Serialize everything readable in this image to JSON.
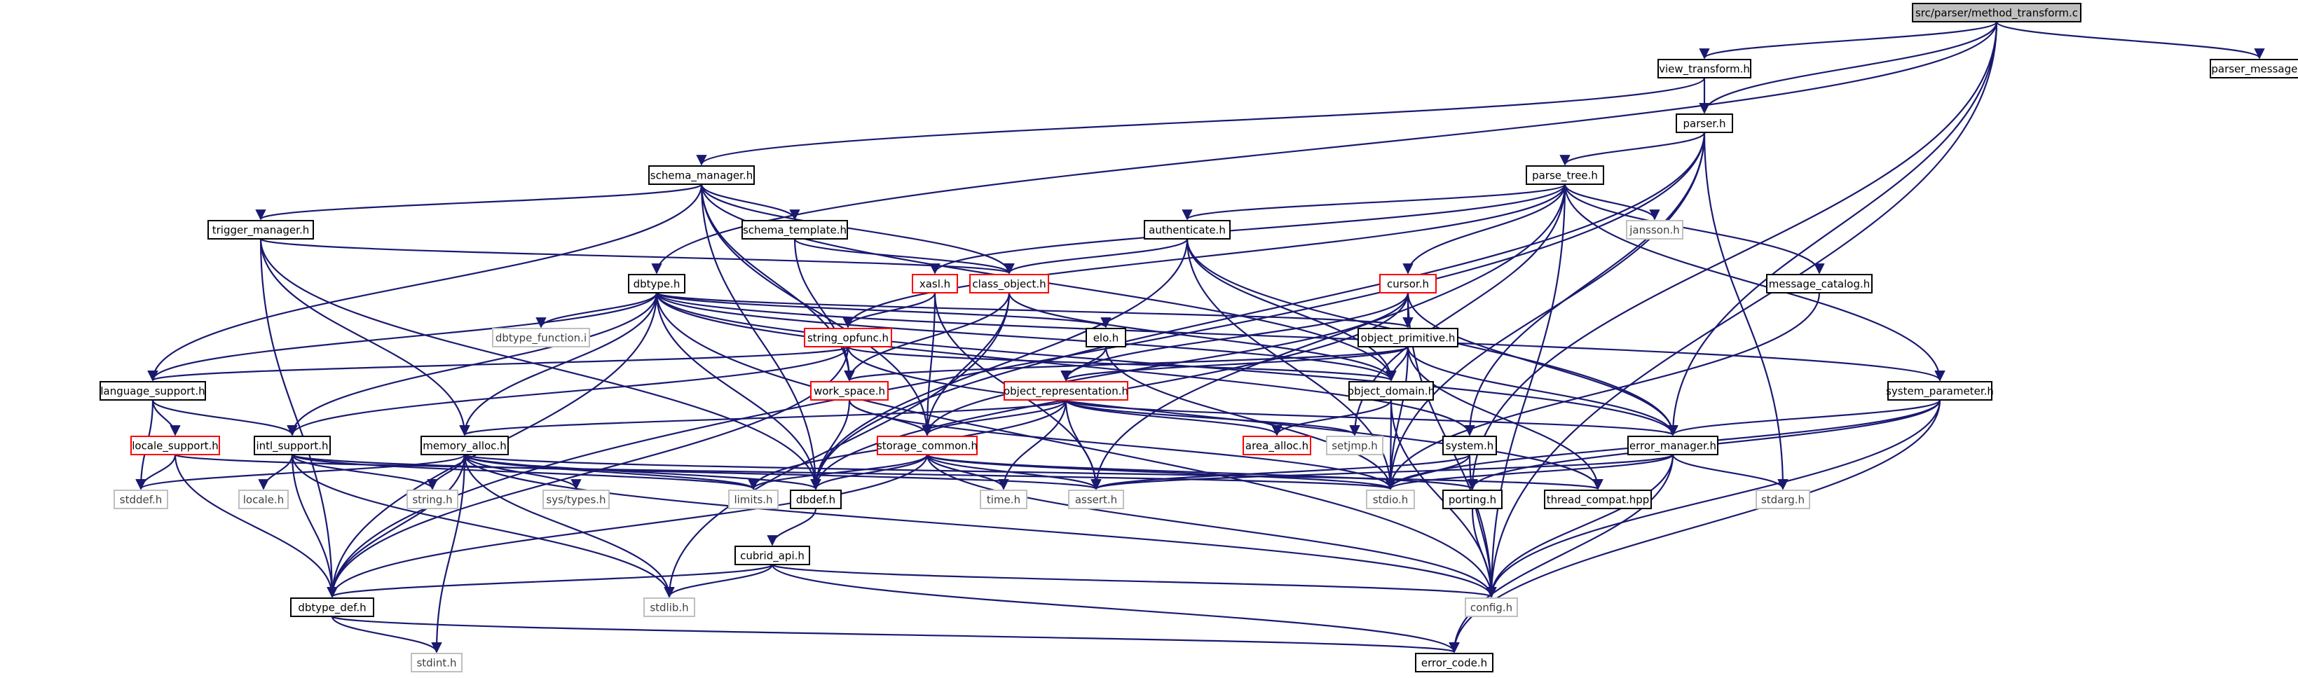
{
  "diagram": {
    "colors": {
      "edge": "#191970",
      "node_border_default": "#000000",
      "node_border_truncated": "#ff0000",
      "node_border_external": "#bfbfbf",
      "root_fill": "#bfbfbf",
      "node_fill": "#ffffff",
      "text_default": "#000000",
      "text_external": "#404040"
    },
    "nodes": [
      {
        "id": "method_transform",
        "label": "src/parser/method_transform.c",
        "kind": "root"
      },
      {
        "id": "view_transform",
        "label": "view_transform.h",
        "kind": "normal"
      },
      {
        "id": "parser_message",
        "label": "parser_message.h",
        "kind": "normal"
      },
      {
        "id": "parser",
        "label": "parser.h",
        "kind": "normal"
      },
      {
        "id": "schema_manager",
        "label": "schema_manager.h",
        "kind": "normal"
      },
      {
        "id": "parse_tree",
        "label": "parse_tree.h",
        "kind": "normal"
      },
      {
        "id": "trigger_manager",
        "label": "trigger_manager.h",
        "kind": "normal"
      },
      {
        "id": "schema_template",
        "label": "schema_template.h",
        "kind": "normal"
      },
      {
        "id": "authenticate",
        "label": "authenticate.h",
        "kind": "normal"
      },
      {
        "id": "jansson",
        "label": "jansson.h",
        "kind": "external"
      },
      {
        "id": "message_catalog",
        "label": "message_catalog.h",
        "kind": "normal"
      },
      {
        "id": "xasl",
        "label": "xasl.h",
        "kind": "truncated"
      },
      {
        "id": "class_object",
        "label": "class_object.h",
        "kind": "truncated"
      },
      {
        "id": "cursor",
        "label": "cursor.h",
        "kind": "truncated"
      },
      {
        "id": "dbtype",
        "label": "dbtype.h",
        "kind": "normal"
      },
      {
        "id": "dbtype_function_i",
        "label": "dbtype_function.i",
        "kind": "external"
      },
      {
        "id": "string_opfunc",
        "label": "string_opfunc.h",
        "kind": "truncated"
      },
      {
        "id": "elo",
        "label": "elo.h",
        "kind": "normal"
      },
      {
        "id": "object_primitive",
        "label": "object_primitive.h",
        "kind": "normal"
      },
      {
        "id": "language_support",
        "label": "language_support.h",
        "kind": "normal"
      },
      {
        "id": "work_space",
        "label": "work_space.h",
        "kind": "truncated"
      },
      {
        "id": "object_representation",
        "label": "object_representation.h",
        "kind": "truncated"
      },
      {
        "id": "object_domain",
        "label": "object_domain.h",
        "kind": "normal"
      },
      {
        "id": "system_parameter",
        "label": "system_parameter.h",
        "kind": "normal"
      },
      {
        "id": "locale_support",
        "label": "locale_support.h",
        "kind": "truncated"
      },
      {
        "id": "intl_support",
        "label": "intl_support.h",
        "kind": "normal"
      },
      {
        "id": "memory_alloc",
        "label": "memory_alloc.h",
        "kind": "normal"
      },
      {
        "id": "storage_common",
        "label": "storage_common.h",
        "kind": "truncated"
      },
      {
        "id": "area_alloc",
        "label": "area_alloc.h",
        "kind": "truncated"
      },
      {
        "id": "setjmp",
        "label": "setjmp.h",
        "kind": "external"
      },
      {
        "id": "system",
        "label": "system.h",
        "kind": "normal"
      },
      {
        "id": "error_manager",
        "label": "error_manager.h",
        "kind": "normal"
      },
      {
        "id": "stddef",
        "label": "stddef.h",
        "kind": "external"
      },
      {
        "id": "locale",
        "label": "locale.h",
        "kind": "external"
      },
      {
        "id": "string",
        "label": "string.h",
        "kind": "external"
      },
      {
        "id": "sys_types",
        "label": "sys/types.h",
        "kind": "external"
      },
      {
        "id": "limits",
        "label": "limits.h",
        "kind": "external"
      },
      {
        "id": "dbdef",
        "label": "dbdef.h",
        "kind": "normal"
      },
      {
        "id": "time",
        "label": "time.h",
        "kind": "external"
      },
      {
        "id": "assert",
        "label": "assert.h",
        "kind": "external"
      },
      {
        "id": "stdio",
        "label": "stdio.h",
        "kind": "external"
      },
      {
        "id": "porting",
        "label": "porting.h",
        "kind": "normal"
      },
      {
        "id": "thread_compat",
        "label": "thread_compat.hpp",
        "kind": "normal"
      },
      {
        "id": "stdarg",
        "label": "stdarg.h",
        "kind": "external"
      },
      {
        "id": "cubrid_api",
        "label": "cubrid_api.h",
        "kind": "normal"
      },
      {
        "id": "dbtype_def",
        "label": "dbtype_def.h",
        "kind": "normal"
      },
      {
        "id": "stdlib",
        "label": "stdlib.h",
        "kind": "external"
      },
      {
        "id": "config",
        "label": "config.h",
        "kind": "external"
      },
      {
        "id": "stdint",
        "label": "stdint.h",
        "kind": "external"
      },
      {
        "id": "error_code",
        "label": "error_code.h",
        "kind": "normal"
      }
    ],
    "edges": [
      [
        "method_transform",
        "view_transform"
      ],
      [
        "method_transform",
        "parser_message"
      ],
      [
        "method_transform",
        "parser"
      ],
      [
        "method_transform",
        "dbtype"
      ],
      [
        "method_transform",
        "error_manager"
      ],
      [
        "method_transform",
        "porting"
      ],
      [
        "method_transform",
        "config"
      ],
      [
        "view_transform",
        "parser"
      ],
      [
        "view_transform",
        "schema_manager"
      ],
      [
        "parser",
        "parse_tree"
      ],
      [
        "parser",
        "system"
      ],
      [
        "parser",
        "dbdef"
      ],
      [
        "parser",
        "dbtype_def"
      ],
      [
        "parser",
        "stdio"
      ],
      [
        "parser",
        "stdarg"
      ],
      [
        "schema_manager",
        "trigger_manager"
      ],
      [
        "schema_manager",
        "schema_template"
      ],
      [
        "schema_manager",
        "class_object"
      ],
      [
        "schema_manager",
        "language_support"
      ],
      [
        "schema_manager",
        "work_space"
      ],
      [
        "schema_manager",
        "storage_common"
      ],
      [
        "schema_manager",
        "object_domain"
      ],
      [
        "schema_manager",
        "dbdef"
      ],
      [
        "parse_tree",
        "authenticate"
      ],
      [
        "parse_tree",
        "jansson"
      ],
      [
        "parse_tree",
        "message_catalog"
      ],
      [
        "parse_tree",
        "xasl"
      ],
      [
        "parse_tree",
        "cursor"
      ],
      [
        "parse_tree",
        "string_opfunc"
      ],
      [
        "parse_tree",
        "system_parameter"
      ],
      [
        "parse_tree",
        "setjmp"
      ],
      [
        "parse_tree",
        "assert"
      ],
      [
        "parse_tree",
        "config"
      ],
      [
        "trigger_manager",
        "class_object"
      ],
      [
        "trigger_manager",
        "memory_alloc"
      ],
      [
        "trigger_manager",
        "dbtype_def"
      ],
      [
        "trigger_manager",
        "dbdef"
      ],
      [
        "schema_template",
        "class_object"
      ],
      [
        "schema_template",
        "work_space"
      ],
      [
        "authenticate",
        "class_object"
      ],
      [
        "authenticate",
        "object_domain"
      ],
      [
        "authenticate",
        "error_manager"
      ],
      [
        "authenticate",
        "dbdef"
      ],
      [
        "authenticate",
        "stdio"
      ],
      [
        "message_catalog",
        "stdio"
      ],
      [
        "xasl",
        "string_opfunc"
      ],
      [
        "xasl",
        "storage_common"
      ],
      [
        "xasl",
        "assert"
      ],
      [
        "class_object",
        "work_space"
      ],
      [
        "class_object",
        "object_domain"
      ],
      [
        "class_object",
        "storage_common"
      ],
      [
        "class_object",
        "stdlib"
      ],
      [
        "cursor",
        "object_primitive"
      ],
      [
        "cursor",
        "object_representation"
      ],
      [
        "cursor",
        "error_manager"
      ],
      [
        "cursor",
        "storage_common"
      ],
      [
        "cursor",
        "dbdef"
      ],
      [
        "cursor",
        "config"
      ],
      [
        "dbtype",
        "dbtype_function_i"
      ],
      [
        "dbtype",
        "elo"
      ],
      [
        "dbtype",
        "object_primitive"
      ],
      [
        "dbtype",
        "language_support"
      ],
      [
        "dbtype",
        "intl_support"
      ],
      [
        "dbtype",
        "memory_alloc"
      ],
      [
        "dbtype",
        "object_domain"
      ],
      [
        "dbtype",
        "system_parameter"
      ],
      [
        "dbtype",
        "system"
      ],
      [
        "dbtype",
        "error_manager"
      ],
      [
        "dbtype",
        "dbdef"
      ],
      [
        "dbtype",
        "dbtype_def"
      ],
      [
        "dbtype",
        "config"
      ],
      [
        "string_opfunc",
        "language_support"
      ],
      [
        "string_opfunc",
        "object_domain"
      ],
      [
        "string_opfunc",
        "intl_support"
      ],
      [
        "string_opfunc",
        "dbtype_def"
      ],
      [
        "string_opfunc",
        "thread_compat"
      ],
      [
        "elo",
        "object_representation"
      ],
      [
        "elo",
        "stdio"
      ],
      [
        "object_primitive",
        "object_domain"
      ],
      [
        "object_primitive",
        "work_space"
      ],
      [
        "object_primitive",
        "error_manager"
      ],
      [
        "object_primitive",
        "object_representation"
      ],
      [
        "object_primitive",
        "thread_compat"
      ],
      [
        "object_primitive",
        "stdio"
      ],
      [
        "language_support",
        "locale_support"
      ],
      [
        "language_support",
        "intl_support"
      ],
      [
        "language_support",
        "stddef"
      ],
      [
        "work_space",
        "storage_common"
      ],
      [
        "work_space",
        "dbdef"
      ],
      [
        "work_space",
        "stdio"
      ],
      [
        "object_representation",
        "area_alloc"
      ],
      [
        "object_representation",
        "error_manager"
      ],
      [
        "object_representation",
        "memory_alloc"
      ],
      [
        "object_representation",
        "storage_common"
      ],
      [
        "object_representation",
        "setjmp"
      ],
      [
        "object_representation",
        "time"
      ],
      [
        "object_representation",
        "limits"
      ],
      [
        "object_representation",
        "assert"
      ],
      [
        "object_domain",
        "area_alloc"
      ],
      [
        "object_domain",
        "stdio"
      ],
      [
        "object_domain",
        "config"
      ],
      [
        "system_parameter",
        "error_manager"
      ],
      [
        "system_parameter",
        "porting"
      ],
      [
        "system_parameter",
        "stdio"
      ],
      [
        "system_parameter",
        "config"
      ],
      [
        "system_parameter",
        "error_code"
      ],
      [
        "locale_support",
        "stddef"
      ],
      [
        "locale_support",
        "dbtype_def"
      ],
      [
        "locale_support",
        "stdio"
      ],
      [
        "intl_support",
        "locale"
      ],
      [
        "intl_support",
        "string"
      ],
      [
        "intl_support",
        "limits"
      ],
      [
        "intl_support",
        "dbtype_def"
      ],
      [
        "intl_support",
        "stdlib"
      ],
      [
        "intl_support",
        "assert"
      ],
      [
        "memory_alloc",
        "stddef"
      ],
      [
        "memory_alloc",
        "string"
      ],
      [
        "memory_alloc",
        "sys_types"
      ],
      [
        "memory_alloc",
        "limits"
      ],
      [
        "memory_alloc",
        "dbdef"
      ],
      [
        "memory_alloc",
        "stdlib"
      ],
      [
        "memory_alloc",
        "stdint"
      ],
      [
        "memory_alloc",
        "dbtype_def"
      ],
      [
        "memory_alloc",
        "thread_compat"
      ],
      [
        "memory_alloc",
        "config"
      ],
      [
        "storage_common",
        "limits"
      ],
      [
        "storage_common",
        "dbdef"
      ],
      [
        "storage_common",
        "time"
      ],
      [
        "storage_common",
        "assert"
      ],
      [
        "storage_common",
        "stdio"
      ],
      [
        "storage_common",
        "porting"
      ],
      [
        "storage_common",
        "dbtype_def"
      ],
      [
        "storage_common",
        "config"
      ],
      [
        "system",
        "assert"
      ],
      [
        "system",
        "stdio"
      ],
      [
        "system",
        "config"
      ],
      [
        "error_manager",
        "stdarg"
      ],
      [
        "error_manager",
        "assert"
      ],
      [
        "error_manager",
        "stdio"
      ],
      [
        "error_manager",
        "config"
      ],
      [
        "error_manager",
        "error_code"
      ],
      [
        "dbdef",
        "cubrid_api"
      ],
      [
        "cubrid_api",
        "dbtype_def"
      ],
      [
        "cubrid_api",
        "stdlib"
      ],
      [
        "cubrid_api",
        "config"
      ],
      [
        "cubrid_api",
        "error_code"
      ],
      [
        "porting",
        "config"
      ],
      [
        "dbtype_def",
        "stdint"
      ],
      [
        "dbtype_def",
        "error_code"
      ]
    ]
  }
}
